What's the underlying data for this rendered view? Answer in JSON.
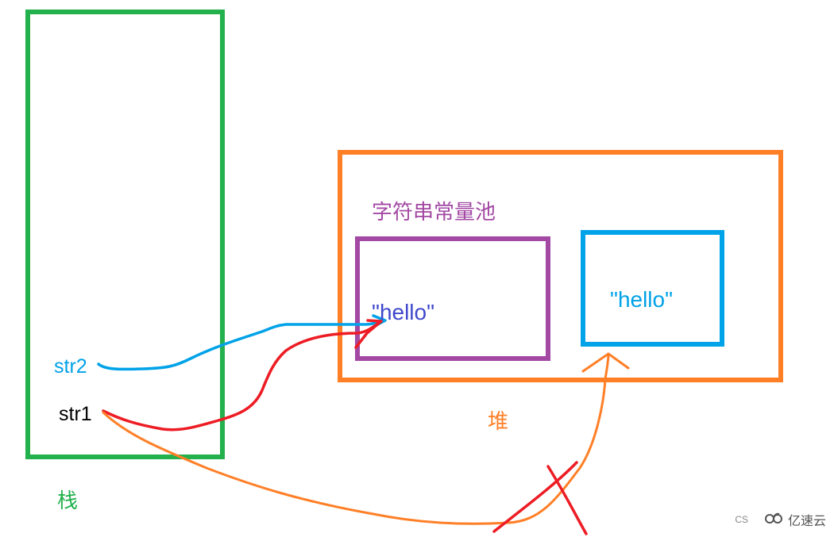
{
  "labels": {
    "stack": "栈",
    "heap": "堆",
    "string_pool": "字符串常量池",
    "str2": "str2",
    "str1": "str1",
    "hello_in_pool": "\"hello\"",
    "hello_in_heap": "\"hello\""
  },
  "watermark": {
    "prefix": "CS",
    "text": "亿速云",
    "icon": "cloud-logo-icon"
  },
  "colors": {
    "stack_border": "#22b14c",
    "heap_border": "#ff7f27",
    "pool_border": "#a349a4",
    "heap_object_border": "#00a2e8",
    "str2_arrow": "#00a2e8",
    "str1_arrow": "#ed1c24",
    "crossed_arrow": "#ff7f27",
    "cross_mark": "#ed1c24",
    "stack_label": "#22b14c",
    "heap_label": "#ff7f27",
    "pool_label": "#a349a4",
    "str2_label": "#00a2e8",
    "str1_label": "#000000",
    "hello_pool_text": "#3f48cc",
    "hello_heap_text": "#00a2e8"
  }
}
